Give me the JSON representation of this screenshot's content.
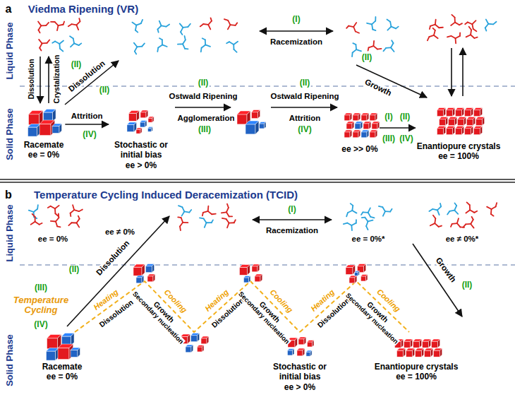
{
  "diagram": {
    "nodes": [
      {
        "text": [
          "Racemate",
          "ee = 0%"
        ]
      },
      {
        "text": [
          "Stochastic or initial bias",
          "ee > 0%"
        ]
      },
      {
        "text": [
          "ee >> 0%"
        ]
      },
      {
        "text": [
          "Enantiopure crystals",
          "ee = 100%"
        ]
      },
      {
        "text": [
          "Racemate",
          "ee = 0%"
        ]
      },
      {
        "text": [
          "Stochastic or initial bias",
          "ee > 0%"
        ]
      },
      {
        "text": [
          "Enantiopure crystals",
          "ee = 100%"
        ]
      }
    ],
    "edges": [
      {
        "from": 0,
        "to": 1,
        "arrow": "to",
        "label": "Attrition"
      },
      {
        "from": 2,
        "to": 3,
        "arrow": "to"
      },
      {
        "from": 4,
        "to": 5,
        "arrow": "none"
      },
      {
        "from": 5,
        "to": 6,
        "arrow": "none"
      }
    ],
    "labels": [
      "a",
      "Viedma Ripening (VR)",
      "Liquid Phase",
      "Solid Phase",
      "Dissolution",
      "Crystalization",
      "(II)",
      "Dissolution",
      "(II)",
      "(IV)",
      "(II)",
      "Ostwald Ripening",
      "Agglomeration",
      "(III)",
      "(I)",
      "Racemization",
      "(II)",
      "Ostwald Ripening",
      "Attrition",
      "(IV)",
      "(II)",
      "Growth",
      "(I)",
      "(II)",
      "(III)",
      "(IV)",
      "b",
      "Temperature Cycling Induced Deracemization (TCID)",
      "Liquid Phase",
      "Solid Phase",
      "ee = 0%",
      "(II)",
      "Dissolution",
      "ee ≠ 0%",
      "(I)",
      "Racemization",
      "ee = 0%*",
      "Growth",
      "(II)",
      "ee ≠ 0%*",
      "(III)",
      "Temperature Cycling",
      "(IV)",
      "Heating",
      "Dissolution",
      "Cooling",
      "Growth",
      "Secondary nucleation",
      "Heating",
      "Dissolution",
      "Cooling",
      "Growth",
      "Secondary nucleation",
      "Heating",
      "Dissolution",
      "Cooling",
      "Growth",
      "Secondary nucleation"
    ]
  }
}
